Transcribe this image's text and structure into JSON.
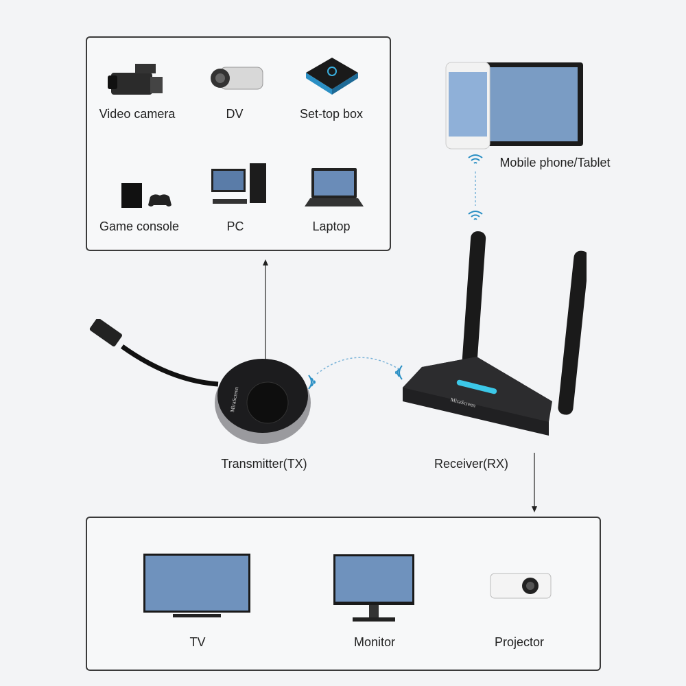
{
  "sources": {
    "items": [
      {
        "label": "Video camera",
        "icon": "video-camera-icon"
      },
      {
        "label": "DV",
        "icon": "camcorder-icon"
      },
      {
        "label": "Set-top box",
        "icon": "set-top-box-icon"
      },
      {
        "label": "Game console",
        "icon": "game-console-icon"
      },
      {
        "label": "PC",
        "icon": "pc-icon"
      },
      {
        "label": "Laptop",
        "icon": "laptop-icon"
      }
    ]
  },
  "mobile": {
    "label": "Mobile phone/Tablet"
  },
  "transmitter": {
    "label": "Transmitter(TX)",
    "brand": "MiraScreen"
  },
  "receiver": {
    "label": "Receiver(RX)",
    "brand": "MiraScreen"
  },
  "outputs": {
    "items": [
      {
        "label": "TV",
        "icon": "tv-icon"
      },
      {
        "label": "Monitor",
        "icon": "monitor-icon"
      },
      {
        "label": "Projector",
        "icon": "projector-icon"
      }
    ]
  },
  "colors": {
    "wifi": "#2a8fc4",
    "border": "#3a3a3a",
    "device": "#1c1c1e"
  }
}
